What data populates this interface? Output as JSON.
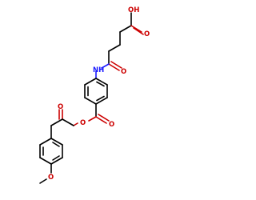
{
  "molecule": {
    "colors": {
      "carbon_bond": "#000000",
      "oxygen": "#cc0000",
      "nitrogen": "#1a1aff",
      "background": "#ffffff"
    },
    "labels": {
      "carboxylic_acid_oh": "OH",
      "carboxylic_acid_o": "O",
      "amide_nh": "NH",
      "amide_o": "O",
      "ester_o_double": "O",
      "ester_o_single": "O",
      "ketone_o": "O",
      "methoxy_o": "O"
    }
  }
}
